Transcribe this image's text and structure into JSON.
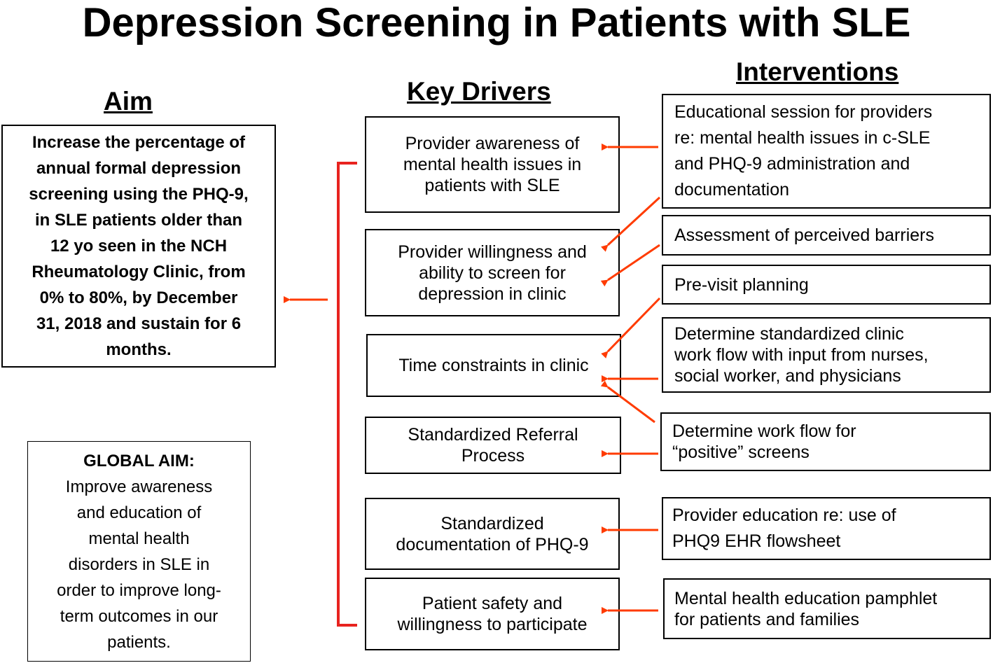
{
  "title": "Depression Screening in Patients with SLE",
  "headings": {
    "aim": "Aim",
    "key_drivers": "Key Drivers",
    "interventions": "Interventions"
  },
  "aim_text": "Increase the percentage of\nannual formal depression\nscreening using the PHQ-9,\nin SLE patients older than\n12 yo seen in the NCH\nRheumatology Clinic, from\n0% to 80%, by December\n31, 2018 and sustain for 6\nmonths.",
  "global_aim": {
    "title": "GLOBAL AIM:",
    "text": "Improve awareness\nand education of\nmental health\ndisorders in SLE in\norder to improve long-\nterm outcomes in our\npatients."
  },
  "key_drivers": [
    "Provider awareness of\nmental health issues in\npatients with SLE",
    "Provider willingness and\nability to screen for\ndepression in clinic",
    "Time constraints in clinic",
    "Standardized Referral\nProcess",
    "Standardized\ndocumentation of PHQ-9",
    "Patient safety and\nwillingness to participate"
  ],
  "interventions": [
    "Educational session for providers\nre: mental health issues in c-SLE\nand PHQ-9 administration and\ndocumentation",
    "Assessment of perceived barriers",
    "Pre-visit planning",
    "Determine standardized clinic\nwork flow with input from nurses,\nsocial worker, and physicians",
    "Determine work flow for\n“positive” screens",
    "Provider education re: use of\nPHQ9 EHR flowsheet",
    "Mental health education pamphlet\nfor patients and families"
  ],
  "colors": {
    "arrow": "#ff3b00",
    "bracket": "#e8231f",
    "border": "#000000"
  }
}
